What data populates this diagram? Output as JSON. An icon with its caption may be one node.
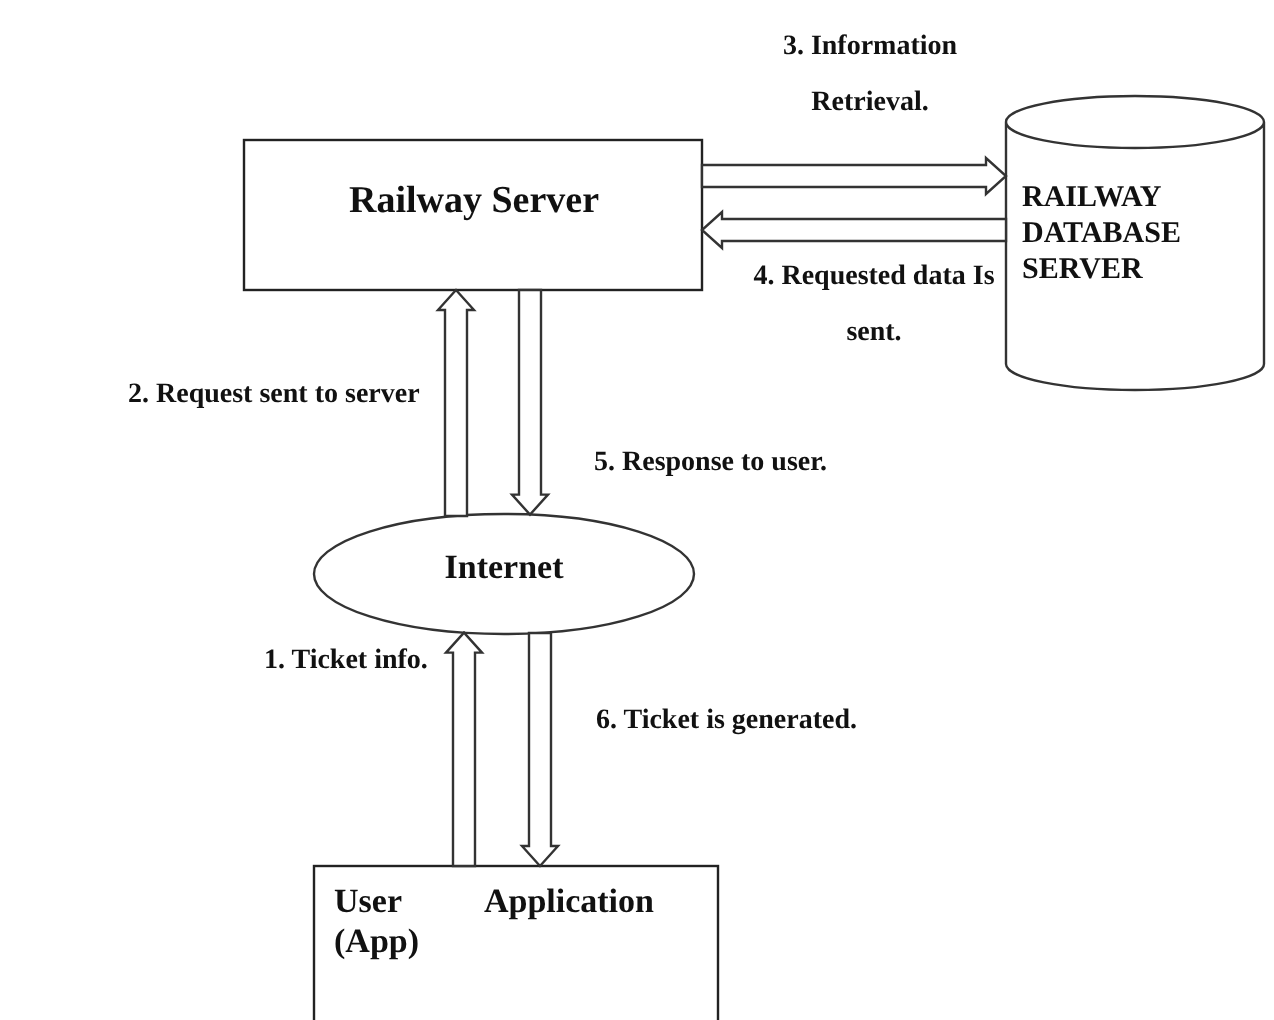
{
  "diagram": {
    "nodes": [
      {
        "text": [
          "Railway Server"
        ]
      },
      {
        "text": [
          "RAILWAY DATABASE SERVER"
        ]
      },
      {
        "text": [
          "Internet"
        ]
      },
      {
        "text": [
          "User Application (App)"
        ]
      }
    ],
    "edges": [
      {
        "from": 3,
        "to": 2,
        "arrow": "to",
        "label": "1. Ticket info."
      },
      {
        "from": 2,
        "to": 0,
        "arrow": "to",
        "label": "2. Request sent to server"
      },
      {
        "from": 0,
        "to": 1,
        "arrow": "to",
        "label": "3. Information Retrieval."
      },
      {
        "from": 1,
        "to": 0,
        "arrow": "to",
        "label": "4. Requested data Is sent."
      },
      {
        "from": 0,
        "to": 2,
        "arrow": "to",
        "label": "5. Response to user."
      },
      {
        "from": 2,
        "to": 3,
        "arrow": "to",
        "label": "6. Ticket is generated."
      }
    ]
  }
}
